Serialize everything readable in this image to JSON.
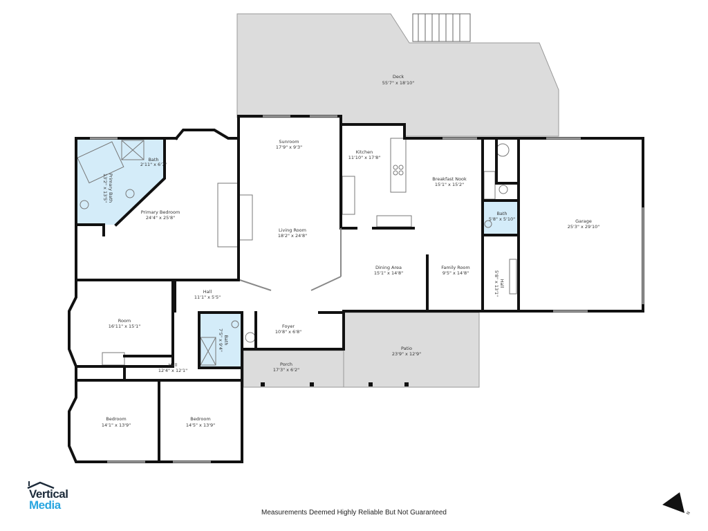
{
  "plan": {
    "rooms": {
      "deck": {
        "name": "Deck",
        "dims": "55'7\" x 18'10\""
      },
      "sunroom": {
        "name": "Sunroom",
        "dims": "17'9\" x 9'3\""
      },
      "kitchen": {
        "name": "Kitchen",
        "dims": "11'10\" x 17'8\""
      },
      "breakfast_nook": {
        "name": "Breakfast Nook",
        "dims": "15'1\" x 15'2\""
      },
      "primary_bedroom": {
        "name": "Primary Bedroom",
        "dims": "24'4\" x 25'8\""
      },
      "living_room": {
        "name": "Living Room",
        "dims": "18'2\" x 24'8\""
      },
      "primary_bath": {
        "name": "Primary Bath",
        "dims": "13'2\" x 13'5\""
      },
      "bath_primary_wc": {
        "name": "Bath",
        "dims": "2'11\" x 6'7\""
      },
      "bath_garage": {
        "name": "Bath",
        "dims": "5'8\" x 5'10\""
      },
      "garage": {
        "name": "Garage",
        "dims": "25'3\" x 29'10\""
      },
      "dining_area": {
        "name": "Dining Area",
        "dims": "15'1\" x 14'8\""
      },
      "family_room": {
        "name": "Family Room",
        "dims": "9'5\" x 14'8\""
      },
      "hall_garage": {
        "name": "Hall",
        "dims": "5'8\" x 13'1\""
      },
      "hall_main": {
        "name": "Hall",
        "dims": "11'1\" x 5'5\""
      },
      "room": {
        "name": "Room",
        "dims": "16'11\" x 15'1\""
      },
      "foyer": {
        "name": "Foyer",
        "dims": "10'8\" x 6'8\""
      },
      "patio": {
        "name": "Patio",
        "dims": "23'9\" x 12'9\""
      },
      "bath_hall": {
        "name": "Bath",
        "dims": "7'5\" x 9'4\""
      },
      "porch": {
        "name": "Porch",
        "dims": "17'3\" x 6'2\""
      },
      "hall_bedrooms": {
        "name": "Hall",
        "dims": "12'4\" x 12'1\""
      },
      "bedroom_1": {
        "name": "Bedroom",
        "dims": "14'1\" x 13'9\""
      },
      "bedroom_2": {
        "name": "Bedroom",
        "dims": "14'5\" x 13'9\""
      }
    },
    "colors": {
      "outdoor": "#dcdcdc",
      "bath": "#d4ecf9",
      "wall": "#111111"
    }
  },
  "logo": {
    "line1": "Vertical",
    "line2": "Media"
  },
  "footer": {
    "disclaimer": "Measurements Deemed Highly Reliable But Not Guaranteed"
  },
  "compass": {
    "icon": "north-arrow-icon",
    "label": "N"
  }
}
